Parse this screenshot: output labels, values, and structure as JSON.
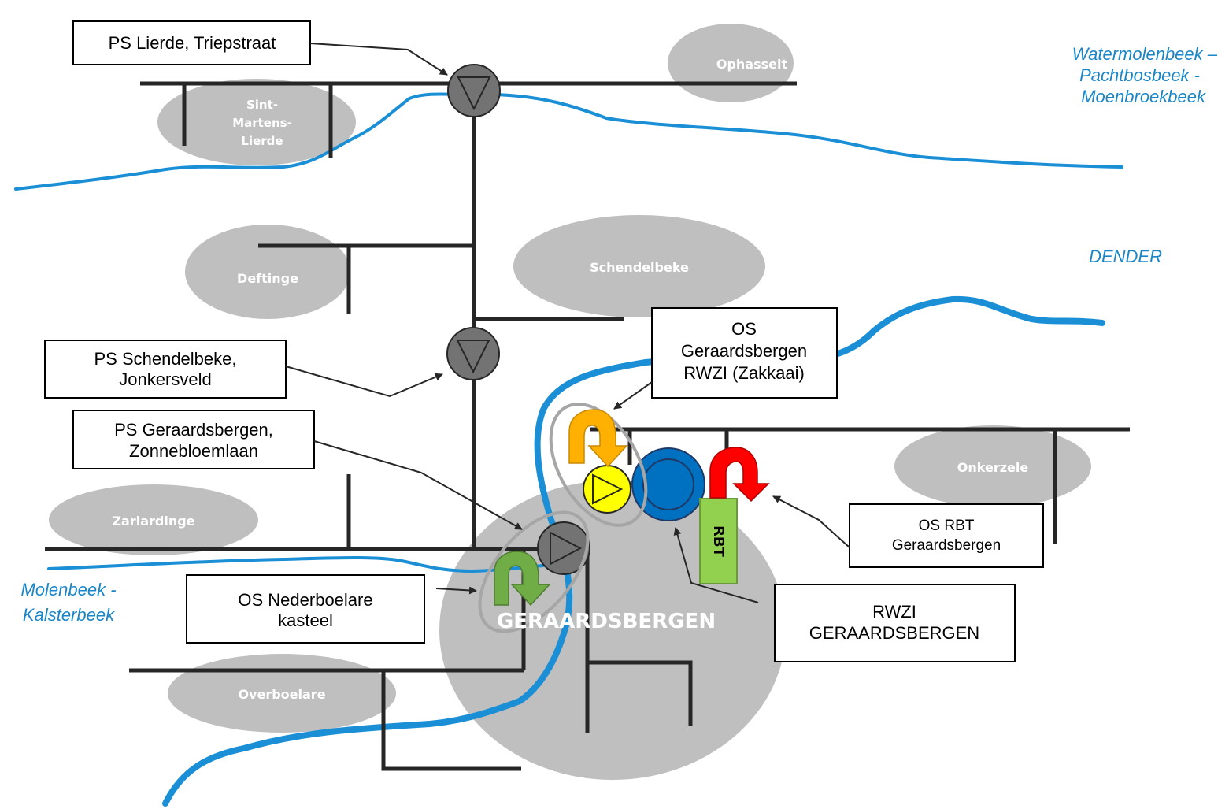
{
  "zones": {
    "sint_martens_lierde": [
      "Sint-",
      "Martens-",
      "Lierde"
    ],
    "ophasselt": "Ophasselt",
    "deftinge": "Deftinge",
    "schendelbeke": "Schendelbeke",
    "zarlardinge": "Zarlardinge",
    "overboelare": "Overboelare",
    "onkerzele": "Onkerzele",
    "geraardsbergen": "GERAARDSBERGEN"
  },
  "rivers": {
    "watermolenbeek": [
      "Watermolenbeek –",
      "Pachtbosbeek -",
      "Moenbroekbeek"
    ],
    "dender": "DENDER",
    "molenbeek": [
      "Molenbeek -",
      "Kalsterbeek"
    ]
  },
  "callouts": {
    "ps_lierde": [
      "PS Lierde, Triepstraat"
    ],
    "ps_schendelbeke": [
      "PS Schendelbeke,",
      "Jonkersveld"
    ],
    "ps_geraardsbergen": [
      "PS Geraardsbergen,",
      "Zonnebloemlaan"
    ],
    "os_nederboelare": [
      "OS Nederboelare",
      "kasteel"
    ],
    "os_zakkaai": [
      "OS",
      "Geraardsbergen",
      "RWZI (Zakkaai)"
    ],
    "os_rbt": [
      "OS RBT",
      "Geraardsbergen"
    ],
    "rwzi": [
      "RWZI",
      "GERAARDSBERGEN"
    ]
  },
  "rbt_label": "RBT",
  "colors": {
    "zone": "#bfbfbf",
    "river": "#1a8fd6",
    "sewer": "#262626",
    "pump": "#737373",
    "pump_yellow": "#ffff00",
    "rwzi": "#0070c0",
    "rbt": "#92d050",
    "overflow_orange": "#ffb000",
    "overflow_red": "#ff0000",
    "overflow_green": "#70ad47"
  },
  "icons": [
    "pump-station-icon",
    "overflow-arrow-icon",
    "treatment-plant-icon"
  ]
}
